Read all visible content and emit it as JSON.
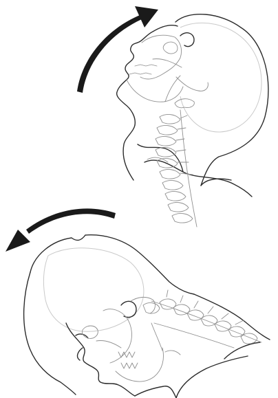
{
  "figure": {
    "panels": [
      {
        "pose": "extension",
        "motion_arrow": "clockwise"
      },
      {
        "pose": "flexion",
        "motion_arrow": "counter-clockwise"
      }
    ],
    "colors": {
      "background": "#ffffff",
      "outline": "#2b2b2b",
      "skeleton": "#8f8f8f",
      "cranium": "#c9c9c9",
      "arrow": "#1a1a1a"
    }
  }
}
